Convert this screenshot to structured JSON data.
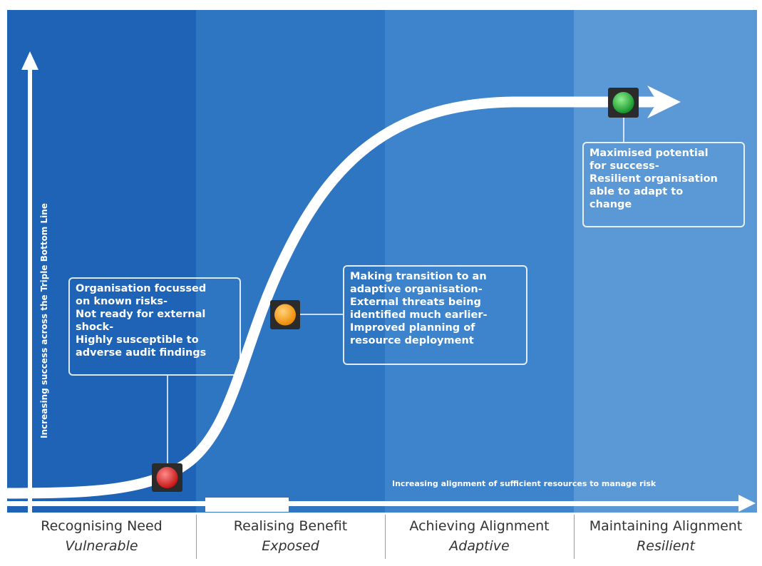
{
  "axes": {
    "y_label": "Increasing success across the Triple Bottom Line",
    "x_label": "Increasing alignment of sufficient resources to manage risk"
  },
  "stages": [
    {
      "title": "Recognising Need",
      "state": "Vulnerable"
    },
    {
      "title": "Realising Benefit",
      "state": "Exposed"
    },
    {
      "title": "Achieving Alignment",
      "state": "Adaptive"
    },
    {
      "title": "Maintaining Alignment",
      "state": "Resilient"
    }
  ],
  "callouts": [
    {
      "lines": [
        "Organisation focussed",
        "on known risks-",
        "Not ready for external",
        "shock-",
        "Highly susceptible to",
        "adverse audit findings"
      ]
    },
    {
      "lines": [
        "Making transition to an",
        "adaptive organisation-",
        "External threats being",
        "identified much earlier-",
        "Improved planning of",
        "resource deployment"
      ]
    },
    {
      "lines": [
        "Maximised potential",
        "for success-",
        "Resilient organisation",
        "able to adapt to",
        "change"
      ]
    }
  ],
  "markers": [
    {
      "name": "red-status-light",
      "color": "#d42020"
    },
    {
      "name": "amber-status-light",
      "color": "#f29a0e"
    },
    {
      "name": "green-status-light",
      "color": "#22a63a"
    }
  ]
}
